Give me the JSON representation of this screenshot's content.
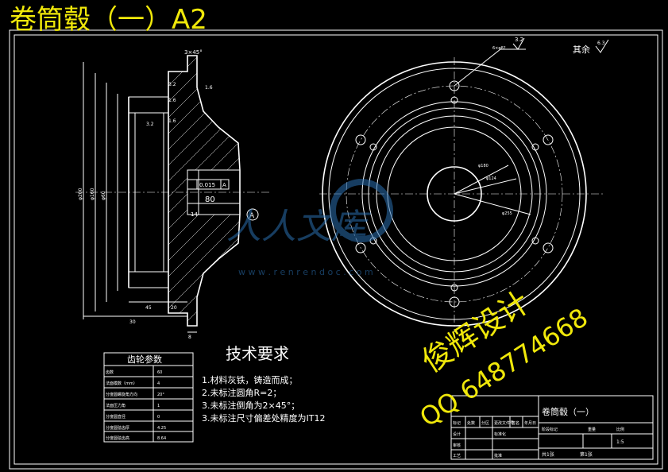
{
  "title": "卷筒毂（一）A2",
  "watermark": {
    "brand": "人人文库",
    "url": "w w w . r e n r e n d o c . c o m",
    "designer": "俊辉设计",
    "qq": "QQ 648774668"
  },
  "annotations": {
    "chamfer_top": "3×45°",
    "roughness_other_label": "其余",
    "roughness_other_value": "6.3",
    "roughness_hole_value": "3.2",
    "hole_note": "6×φ8?",
    "dim_80": "80",
    "dim_45": "45",
    "dim_30": "30",
    "dim_20": "20",
    "dim_8": "8",
    "roughness_a": "1.6",
    "roughness_b": "3.2",
    "roughness_c": "3.2",
    "roughness_d": "1.6",
    "roughness_e": "1.6",
    "roughness_f": "14",
    "tolerance_box": "0.015",
    "datum": "A",
    "dia_left_1": "φ200",
    "dia_left_2": "φ160",
    "dia_left_3": "φ60",
    "dia_right_1": "φ180",
    "dia_right_2": "φ124",
    "dia_right_3": "φ255"
  },
  "tech_requirements": {
    "heading": "技术要求",
    "items": [
      "1.材料灰铁，铸造而成；",
      "2.未标注圆角R=2；",
      "3.未标注倒角为2×45°；",
      "3.未标注尺寸偏差处精度为IT12"
    ]
  },
  "gear_table": {
    "heading": "齿轮参数",
    "rows": [
      {
        "label": "齿数",
        "value": "60"
      },
      {
        "label": "法面模数（mm）",
        "value": "4"
      },
      {
        "label": "分度圆螺旋角方向",
        "value": "20°"
      },
      {
        "label": "法面压力角",
        "value": "1"
      },
      {
        "label": "分度圆直径",
        "value": "0"
      },
      {
        "label": "分度圆弦齿厚",
        "value": "4.25"
      },
      {
        "label": "分度圆弦齿高",
        "value": "8.64"
      }
    ]
  },
  "title_block": {
    "drawing_name": "卷筒毂（一）",
    "labels": [
      "标记",
      "处数",
      "分区",
      "更改文件号",
      "签名",
      "年月日"
    ],
    "stage": "阶段标记",
    "weight": "重量",
    "scale": "比例",
    "scale_value": "1:5",
    "design": "设计",
    "check": "审核",
    "process": "工艺",
    "standard": "标准化",
    "approve": "批准",
    "sheet": "共1张",
    "sheet2": "第1张"
  }
}
